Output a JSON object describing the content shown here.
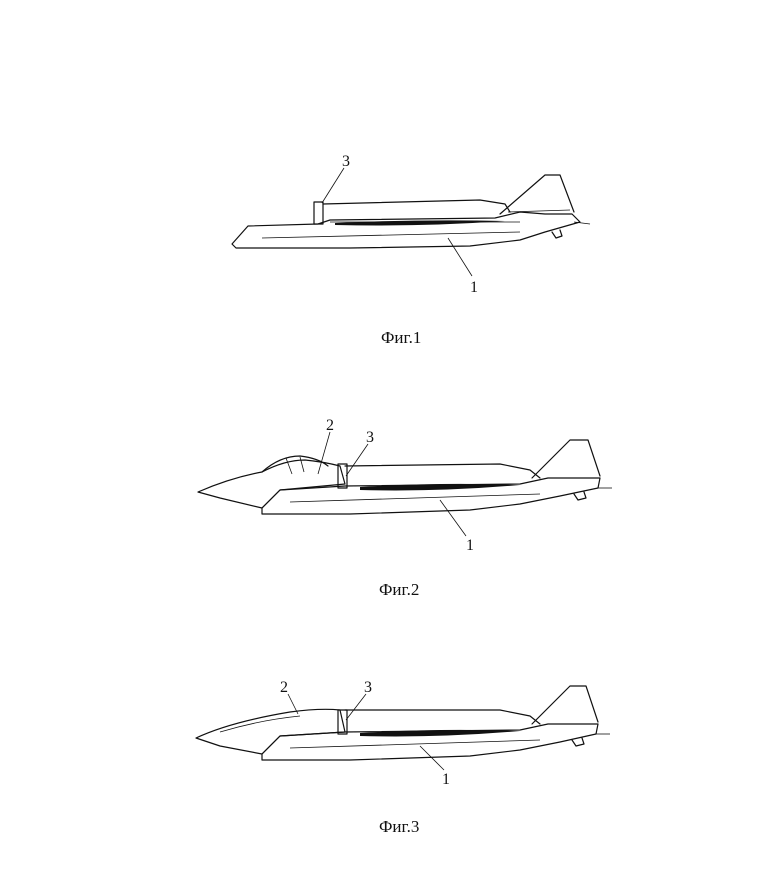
{
  "figures": [
    {
      "caption": "Фиг.1",
      "callouts": [
        "3",
        "1"
      ]
    },
    {
      "caption": "Фиг.2",
      "callouts": [
        "2",
        "3",
        "1"
      ]
    },
    {
      "caption": "Фиг.3",
      "callouts": [
        "2",
        "3",
        "1"
      ]
    }
  ]
}
